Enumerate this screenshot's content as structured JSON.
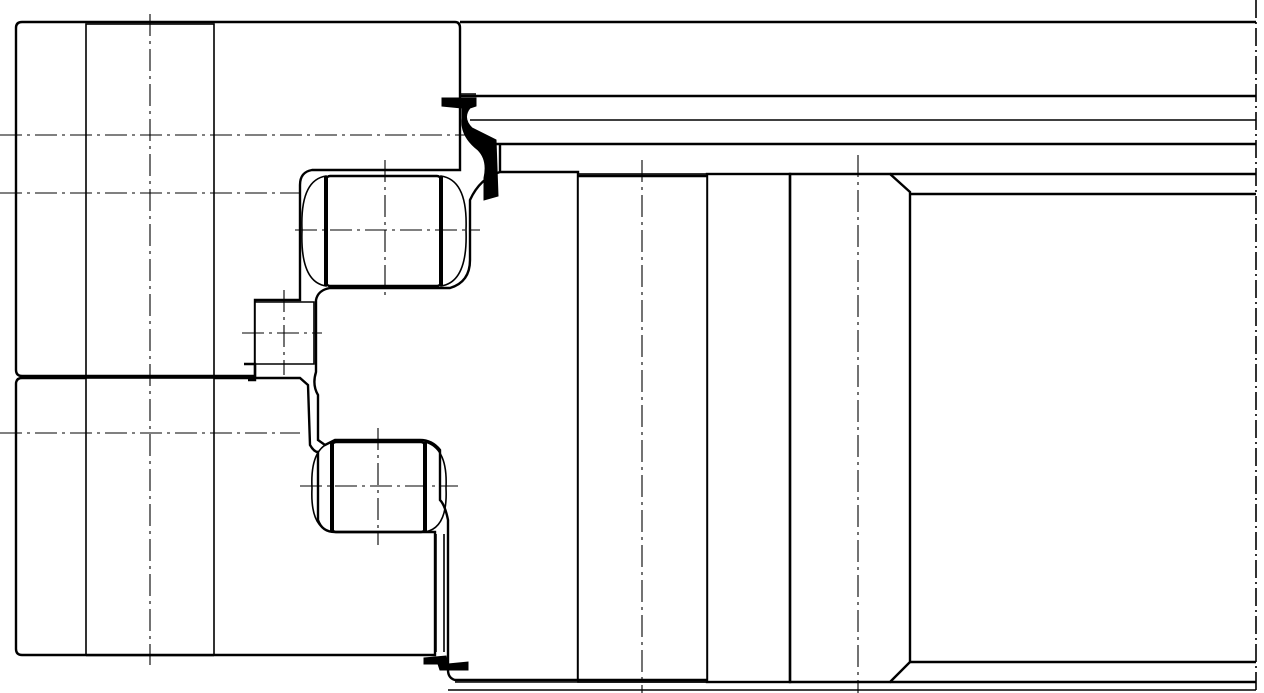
{
  "drawing": {
    "type": "bearing-cross-section",
    "colors": {
      "line": "#000000",
      "background": "#ffffff",
      "hatch": "#000000"
    },
    "hatch_directions": [
      "backslash",
      "forward-slash"
    ],
    "elements": [
      "outer-ring-upper",
      "outer-ring-lower",
      "inner-ring",
      "bore-section",
      "upper-roller",
      "lower-roller",
      "upper-seal",
      "lower-seal",
      "plug",
      "mounting-holes",
      "center-lines"
    ]
  }
}
